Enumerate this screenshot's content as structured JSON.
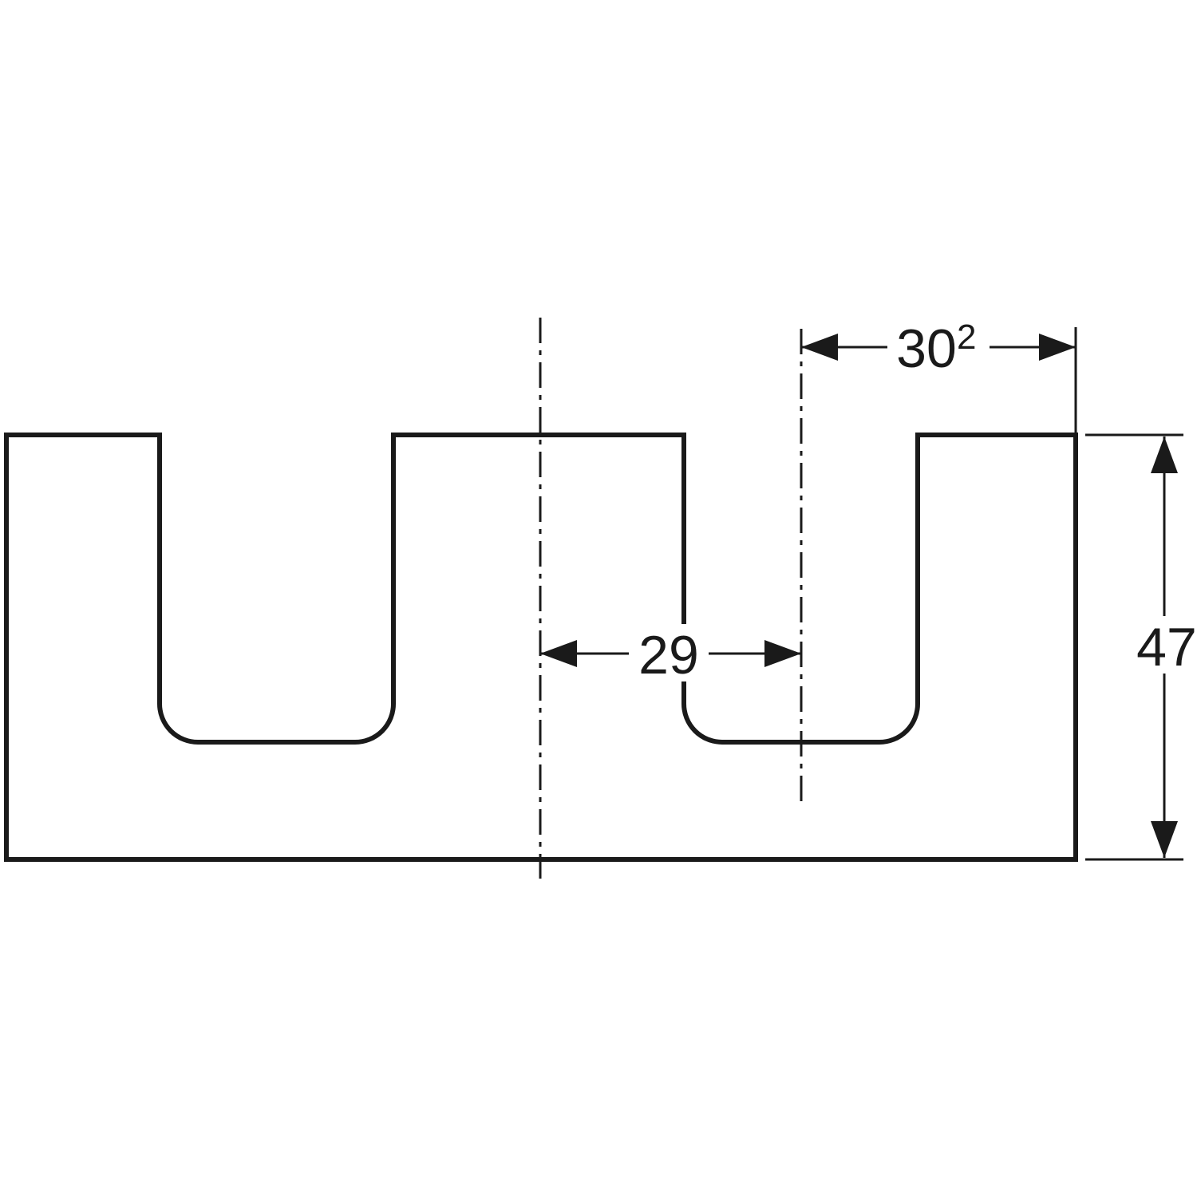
{
  "drawing": {
    "type": "technical-dimension-drawing",
    "subject": "countertop front view with two U-shaped basin cutouts",
    "colors": {
      "line": "#1a1a1a",
      "background": "#ffffff"
    },
    "dimensions": {
      "cutout_center_to_edge": {
        "value": "30",
        "superscript": "2"
      },
      "centerline_spacing": {
        "value": "29"
      },
      "total_height": {
        "value": "47"
      }
    }
  }
}
